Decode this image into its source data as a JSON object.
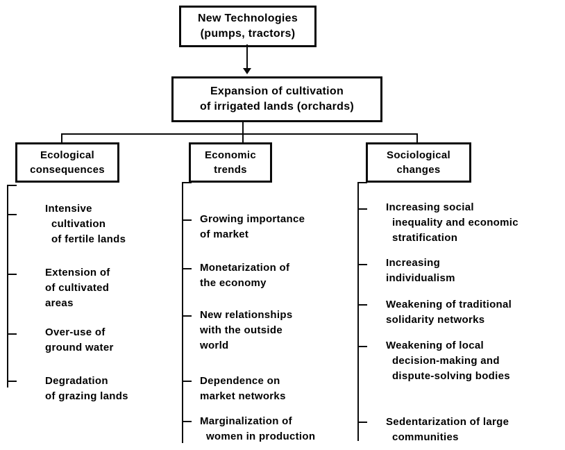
{
  "diagram": {
    "root": {
      "label": "New Technologies\n(pumps, tractors)"
    },
    "level2": {
      "label": "Expansion of cultivation\nof irrigated lands (orchards)"
    },
    "columns": [
      {
        "header": "Ecological\nconsequences",
        "items": [
          "Intensive\n  cultivation\n  of fertile lands",
          "Extension of\nof cultivated\nareas",
          "Over-use of\nground water",
          "Degradation\nof grazing lands"
        ]
      },
      {
        "header": "Economic\ntrends",
        "items": [
          "Growing importance\nof market",
          "Monetarization of\nthe economy",
          "New relationships\nwith the outside\nworld",
          "Dependence on\nmarket networks",
          "Marginalization of\n  women in production"
        ]
      },
      {
        "header": "Sociological\nchanges",
        "items": [
          "Increasing social\n  inequality and economic\n  stratification",
          "Increasing\nindividualism",
          "Weakening of traditional\nsolidarity networks",
          "Weakening of local\n  decision-making and\n  dispute-solving bodies",
          "Sedentarization of large\n  communities"
        ]
      }
    ],
    "colors": {
      "ink": "#0a0a0a",
      "background": "#ffffff"
    }
  }
}
